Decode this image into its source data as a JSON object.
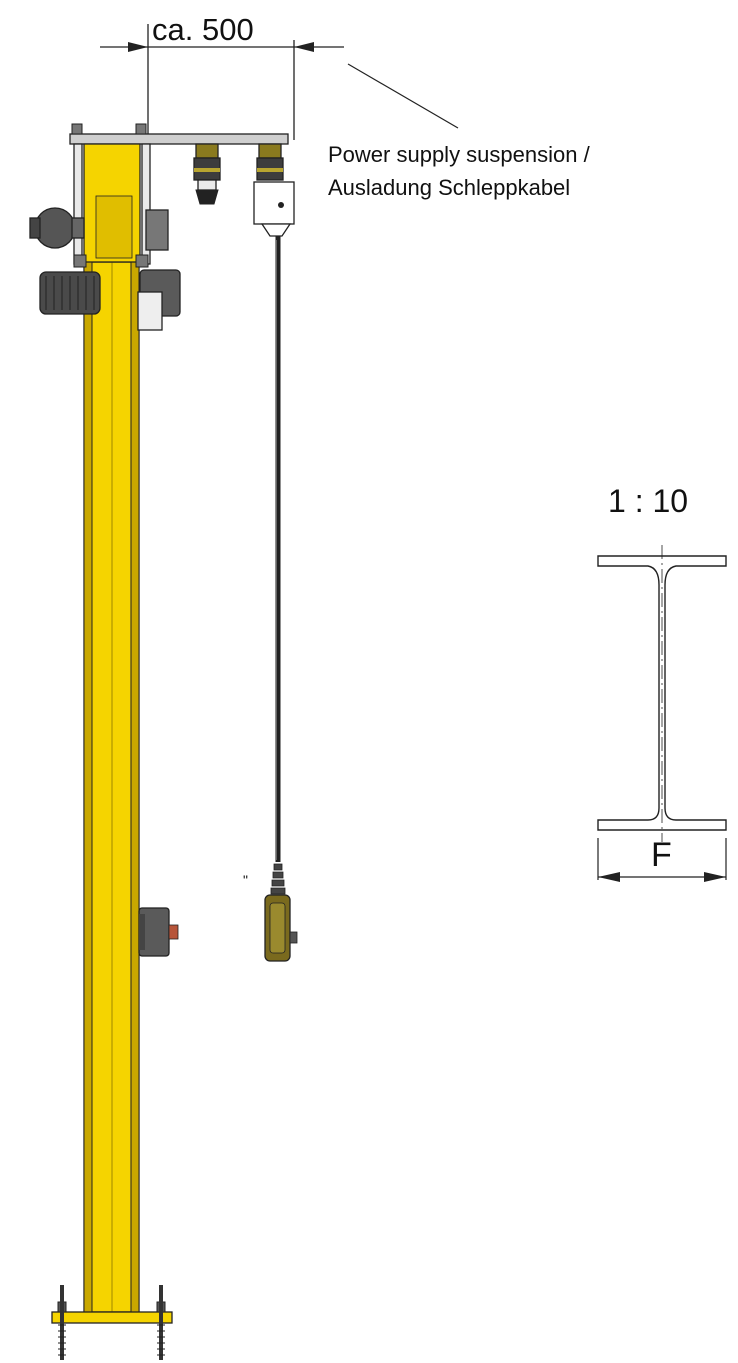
{
  "dimension": {
    "label": "ca. 500"
  },
  "callout": {
    "line1": "Power supply suspension /",
    "line2": "Ausladung Schleppkabel"
  },
  "detail": {
    "scale": "1 : 10",
    "flange_label": "F"
  },
  "marker": {
    "text": "\""
  },
  "colors": {
    "column_yellow": "#f5d400",
    "column_shade": "#c9a800",
    "motor_grey": "#555555",
    "cable": "#222222",
    "pendant_olive": "#7a6a1e"
  }
}
